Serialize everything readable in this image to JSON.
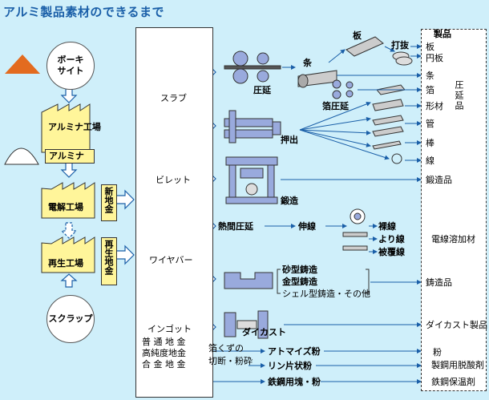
{
  "title": "アルミ製品素材のできるまで",
  "left": {
    "bauxite": "ボーキサイト",
    "alumina_plant": "アルミナ工場",
    "alumina": "アルミナ",
    "smelter": "電解工場",
    "new_metal": "新地金",
    "recycle_plant": "再生工場",
    "recycled_metal": "再生地金",
    "scrap": "スクラップ"
  },
  "materials": {
    "slab": "スラブ",
    "billet": "ビレット",
    "wire_bar": "ワイヤバー",
    "ingot": "インゴット",
    "ingot_types": [
      "普 通 地 金",
      "高純度地金",
      "合 金 地 金"
    ]
  },
  "processes": {
    "rolling": "圧延",
    "strip": "条",
    "plate": "板",
    "punching": "打抜",
    "foil_rolling": "箔圧延",
    "extrusion": "押出",
    "forging": "鍛造",
    "hot_rolling": "熱間圧延",
    "wire_drawing": "伸線",
    "bare_wire": "裸線",
    "stranded_wire": "より線",
    "covered_wire": "被覆線",
    "sand_casting": "砂型鋳造",
    "die_casting_mold": "金型鋳造",
    "shell_casting": "シェル型鋳造・その他",
    "die_cast": "ダイカスト",
    "scrap_processing": [
      "箔くずの",
      "切断・粉砕"
    ],
    "atomized_powder": "アトマイズ粉",
    "flake_powder": "リン片状粉",
    "steel_lump_powder": "鉄鋼用塊・粉"
  },
  "products": {
    "header": "製品",
    "rolled_items": [
      "板",
      "円板",
      "条",
      "箔",
      "形材",
      "管",
      "棒",
      "線"
    ],
    "rolled_label": "圧延品",
    "forged": "鍛造品",
    "electric_wire": "電線溶加材",
    "castings": "鋳造品",
    "die_cast_products": "ダイカスト製品",
    "powder": "粉",
    "deoxidizer": "製鋼用脱酸剤",
    "insulator": "鉄鋼保温剤"
  },
  "colors": {
    "title": "#1a5fa8",
    "background": "#cfeffa",
    "arrow": "#1a5fa8",
    "arrow_fill": "#ffffff",
    "flame": "#e36b1f",
    "box_yellow": "#fff59a",
    "accent_red": "#d4145a"
  }
}
